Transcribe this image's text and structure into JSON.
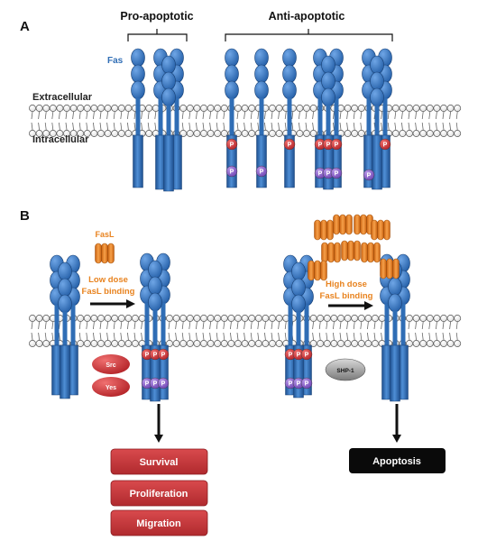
{
  "panel_a": {
    "letter": "A",
    "pro_label": "Pro-apoptotic",
    "anti_label": "Anti-apoptotic",
    "fas_label": "Fas",
    "extracellular_label": "Extracellular",
    "intracellular_label": "Intracellular"
  },
  "panel_b": {
    "letter": "B",
    "fasl_label": "FasL",
    "low_dose_line1": "Low dose",
    "low_dose_line2": "FasL binding",
    "high_dose_line1": "High dose",
    "high_dose_line2": "FasL binding",
    "src_label": "Src",
    "yes_label": "Yes",
    "shp1_label": "SHP-1",
    "outcomes": [
      "Survival",
      "Proliferation",
      "Migration"
    ],
    "apoptosis_label": "Apoptosis"
  },
  "phospho_label": "P",
  "colors": {
    "receptor_blue": "#2f6db5",
    "phospho_red": "#d63a3a",
    "phospho_purple": "#8a5cc6",
    "fasl_orange": "#e8831f",
    "outcome_red": "#c8373a",
    "label_orange": "#e8831f",
    "fas_label_blue": "#2f6db5"
  }
}
